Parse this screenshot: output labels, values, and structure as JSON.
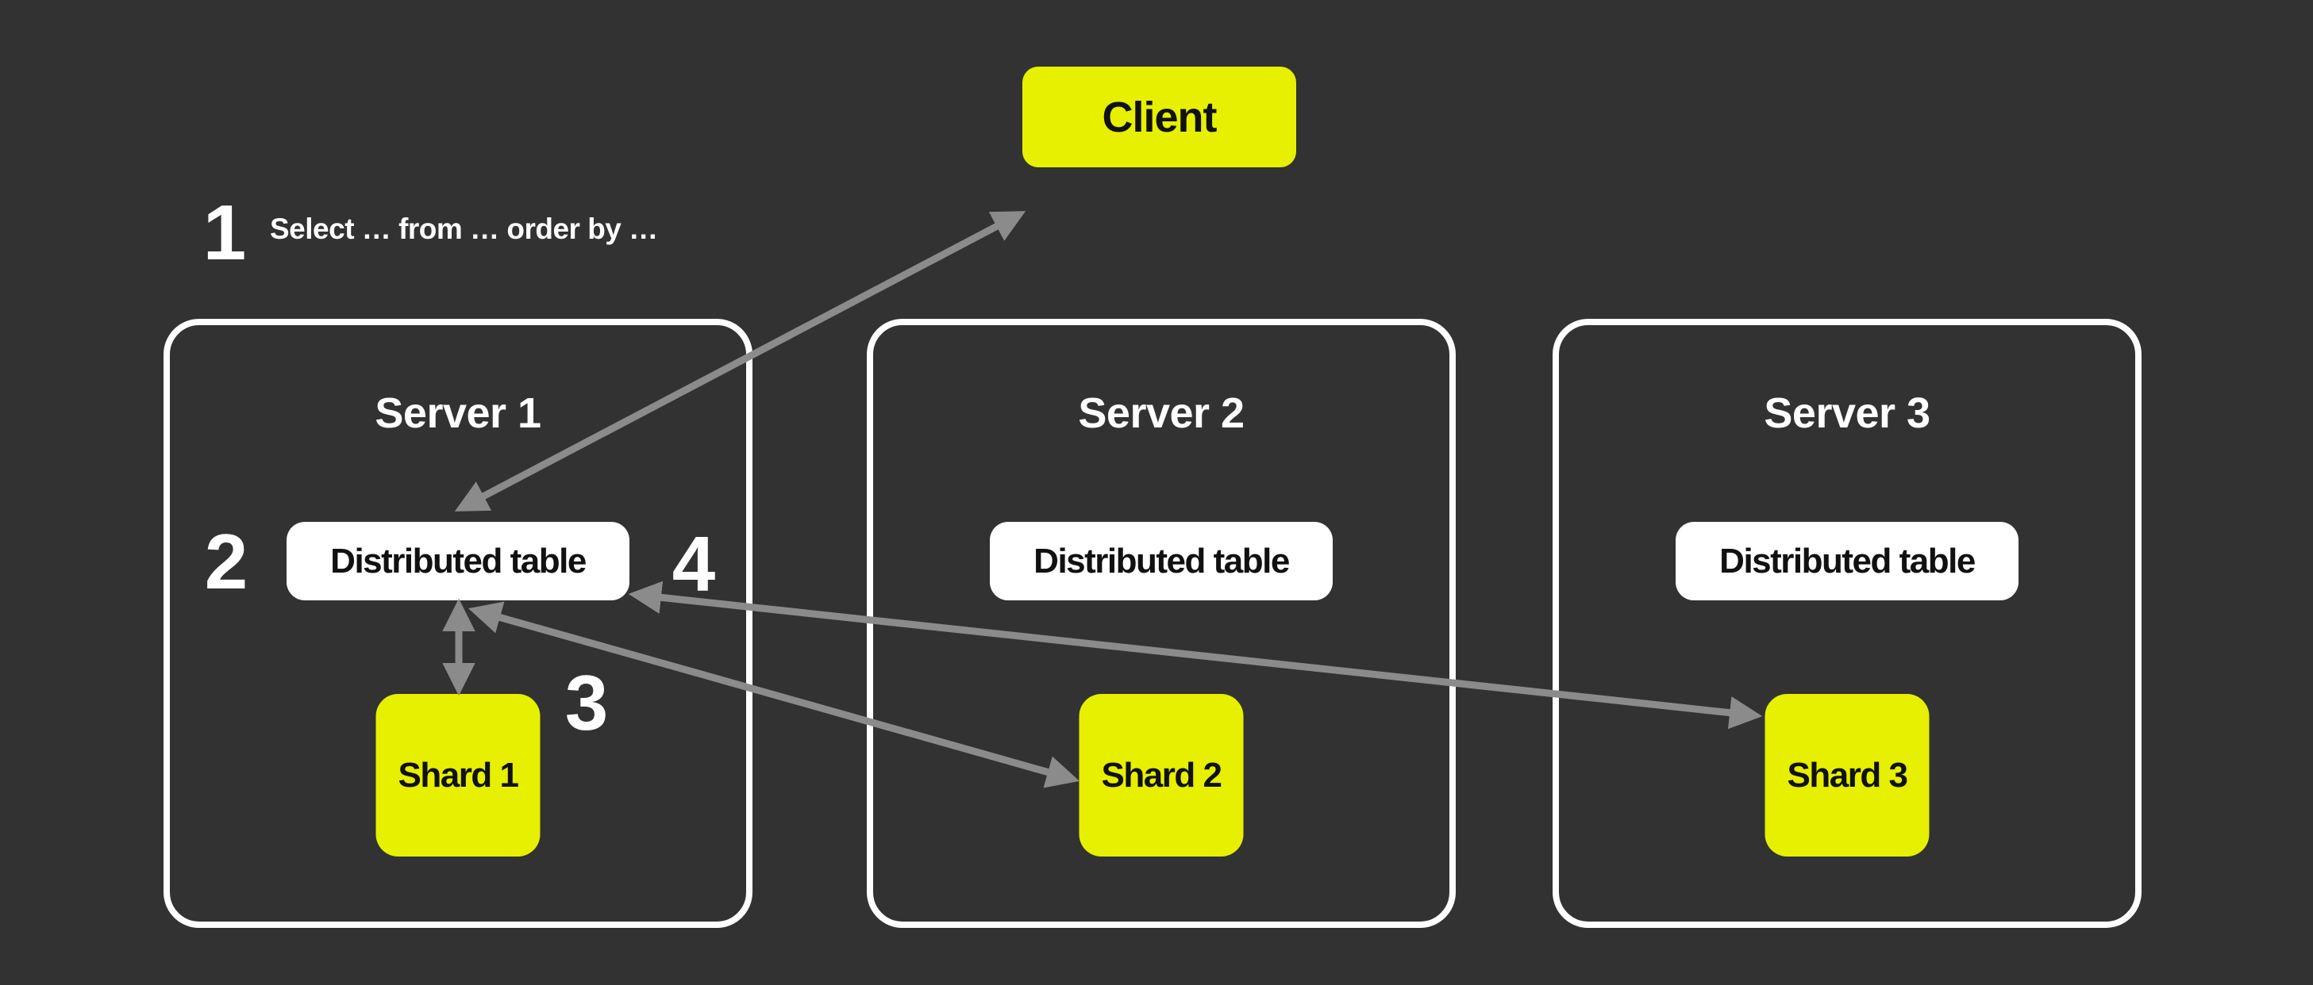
{
  "colors": {
    "background": "#323232",
    "accent_yellow": "#E6F000",
    "arrow_gray": "#8B8B8B",
    "box_white": "#FFFFFF",
    "text_black": "#111111",
    "text_white": "#FFFFFF"
  },
  "client": {
    "label": "Client"
  },
  "steps": {
    "step1": {
      "number": "1",
      "label": "Select … from … order by …"
    },
    "step2": {
      "number": "2"
    },
    "step3": {
      "number": "3"
    },
    "step4": {
      "number": "4"
    }
  },
  "servers": [
    {
      "title": "Server 1",
      "table_label": "Distributed table",
      "shard_label": "Shard 1"
    },
    {
      "title": "Server 2",
      "table_label": "Distributed table",
      "shard_label": "Shard 2"
    },
    {
      "title": "Server 3",
      "table_label": "Distributed table",
      "shard_label": "Shard 3"
    }
  ],
  "arrows": {
    "client_table": "bidirectional-arrow client to distributed table server 1",
    "table_shard1": "bidirectional-arrow distributed table to shard 1",
    "table_shard2": "bidirectional-arrow distributed table server 1 to shard 2",
    "table_shard3": "bidirectional-arrow distributed table server 1 to shard 3"
  }
}
